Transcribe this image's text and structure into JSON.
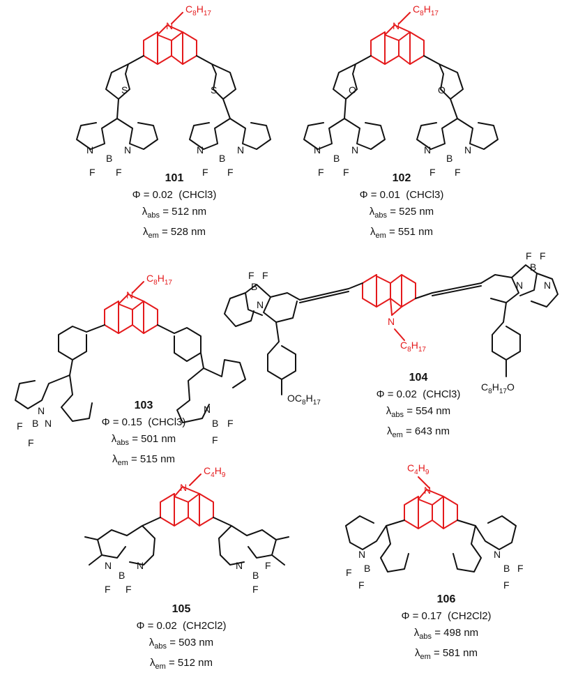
{
  "compounds": [
    {
      "id": "101",
      "phi": "Φ = 0.02",
      "solvent": "(CHCl3)",
      "abs": "= 512 nm",
      "em": "= 528 nm"
    },
    {
      "id": "102",
      "phi": "Φ = 0.01",
      "solvent": "(CHCl3)",
      "abs": "= 525 nm",
      "em": "= 551 nm"
    },
    {
      "id": "103",
      "phi": "Φ = 0.15",
      "solvent": "(CHCl3)",
      "abs": "= 501 nm",
      "em": "= 515 nm"
    },
    {
      "id": "104",
      "phi": "Φ = 0.02",
      "solvent": "(CHCl3)",
      "abs": "= 554 nm",
      "em": "= 643 nm"
    },
    {
      "id": "105",
      "phi": "Φ = 0.02",
      "solvent": "(CH2Cl2)",
      "abs": "= 503 nm",
      "em": "= 512 nm"
    },
    {
      "id": "106",
      "phi": "Φ = 0.17",
      "solvent": "(CH2Cl2)",
      "abs": "= 498 nm",
      "em": "= 581 nm"
    }
  ],
  "labels": {
    "lambda": "λ",
    "abs_sub": "abs",
    "em_sub": "em",
    "substituents": {
      "c8h17": "C8H17",
      "c4h9": "C4H9",
      "oc8h17": "OC8H17",
      "c8h17o": "C8H17O"
    },
    "atoms": {
      "N": "N",
      "B": "B",
      "F": "F",
      "S": "S",
      "O": "O"
    }
  },
  "colors": {
    "core": "#e41a1c",
    "bonds": "#111111"
  }
}
